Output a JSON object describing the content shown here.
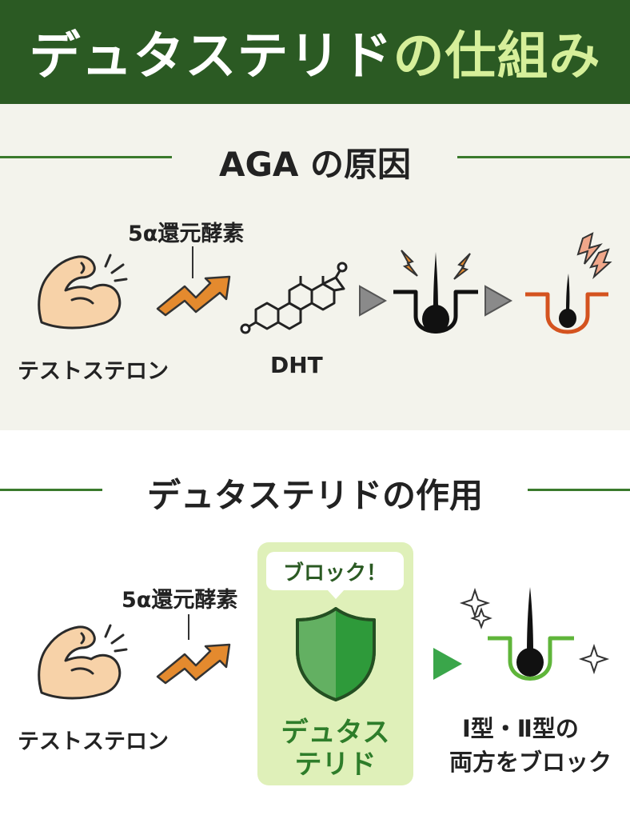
{
  "header": {
    "title_main": "デュタステリド",
    "title_accent": "の仕組み"
  },
  "section1": {
    "title": "AGA の原因",
    "enzyme_label": "5α還元酵素",
    "source_label": "テストステロン",
    "product_label": "DHT"
  },
  "section2": {
    "title": "デュタステリドの作用",
    "enzyme_label": "5α還元酵素",
    "source_label": "テストステロン",
    "block_callout": "ブロック！",
    "drug_label_line1": "デュタス",
    "drug_label_line2": "テリド",
    "result_line1": "Ⅰ型・Ⅱ型の",
    "result_line2": "両方をブロック"
  },
  "colors": {
    "header_bg": "#2b5a23",
    "accent_text": "#d6ef9a",
    "section_bg": "#f3f3ec",
    "arrow_orange": "#e48a2e",
    "damage_red": "#d4531f",
    "healthy_green": "#5fb53a",
    "shield_green": "#2e9a3a",
    "block_box": "#dff0b9",
    "skin": "#f7d2a8"
  }
}
